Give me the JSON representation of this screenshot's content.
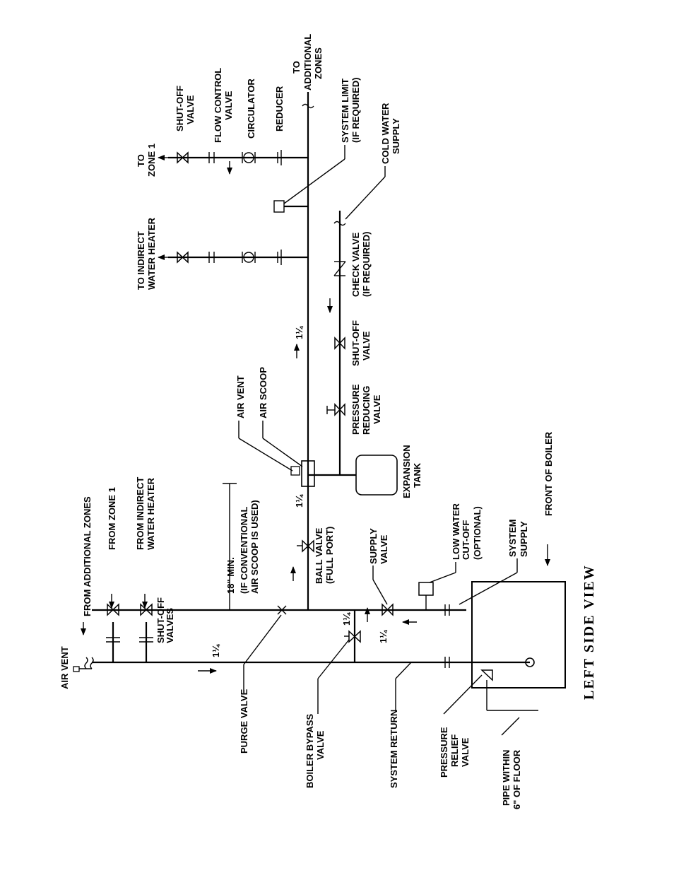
{
  "title": "LEFT SIDE VIEW",
  "labels": {
    "air_vent_top": "AIR VENT",
    "from_additional_zones": "FROM ADDITIONAL ZONES",
    "from_zone_1": "FROM ZONE 1",
    "from_indirect_1": "FROM INDIRECT",
    "from_indirect_2": "WATER HEATER",
    "shutoff_valves_1": "SHUT-OFF",
    "shutoff_valves_2": "VALVES",
    "min18_1": "18\" MIN.",
    "min18_2": "(IF CONVENTIONAL",
    "min18_3": "AIR SCOOP IS USED)",
    "air_vent": "AIR VENT",
    "air_scoop": "AIR SCOOP",
    "ball_valve_1": "BALL VALVE",
    "ball_valve_2": "(FULL PORT)",
    "supply_valve_1": "SUPPLY",
    "supply_valve_2": "VALVE",
    "low_water_1": "LOW WATER",
    "low_water_2": "CUT-OFF",
    "low_water_3": "(OPTIONAL)",
    "system_supply_1": "SYSTEM",
    "system_supply_2": "SUPPLY",
    "front_of_boiler": "FRONT OF BOILER",
    "expansion_tank_1": "EXPANSION",
    "expansion_tank_2": "TANK",
    "prv_1": "PRESSURE",
    "prv_2": "REDUCING",
    "prv_3": "VALVE",
    "shutoff_valve_mid_1": "SHUT-OFF",
    "shutoff_valve_mid_2": "VALVE",
    "check_valve_1": "CHECK VALVE",
    "check_valve_2": "(IF REQUIRED)",
    "cold_water_1": "COLD WATER",
    "cold_water_2": "SUPPLY",
    "system_limit_1": "SYSTEM LIMIT",
    "system_limit_2": "(IF REQUIRED)",
    "to_additional_1": "TO",
    "to_additional_2": "ADDITIONAL",
    "to_additional_3": "ZONES",
    "to_indirect_1": "TO INDIRECT",
    "to_indirect_2": "WATER HEATER",
    "to_zone1_1": "TO",
    "to_zone1_2": "ZONE 1",
    "shutoff_valve_top_1": "SHUT-OFF",
    "shutoff_valve_top_2": "VALVE",
    "flow_control_1": "FLOW CONTROL",
    "flow_control_2": "VALVE",
    "circulator": "CIRCULATOR",
    "reducer": "REDUCER",
    "purge_valve": "PURGE VALVE",
    "boiler_bypass_1": "BOILER BYPASS",
    "boiler_bypass_2": "VALVE",
    "system_return": "SYSTEM RETURN",
    "pressure_relief_1": "PRESSURE",
    "pressure_relief_2": "RELIEF",
    "pressure_relief_3": "VALVE",
    "pipe_within_1": "PIPE WITHIN",
    "pipe_within_2": "6\" OF FLOOR",
    "pipe_size": "1¼"
  }
}
